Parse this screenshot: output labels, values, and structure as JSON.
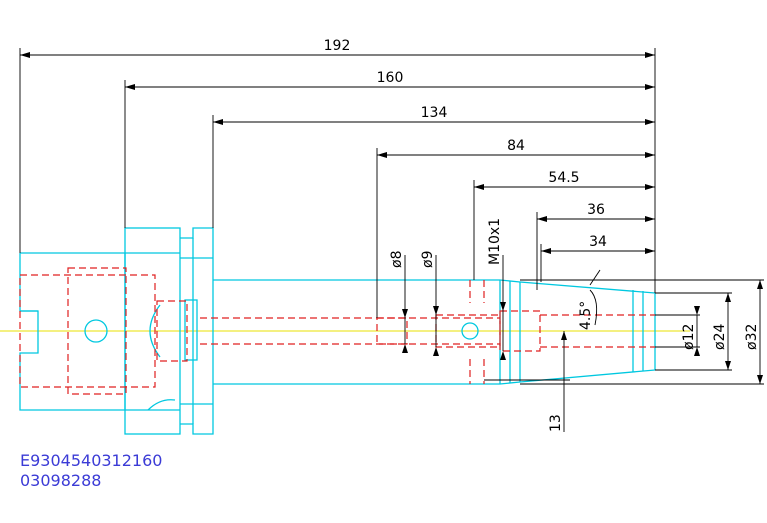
{
  "dimensions": {
    "overall_length": "192",
    "flange_length": "160",
    "shank_length": "134",
    "bore_depth": "84",
    "collet_length": "54.5",
    "nose_length_a": "36",
    "nose_length_b": "34",
    "thread": "M10x1",
    "bore_d8": "ø8",
    "bore_d9": "ø9",
    "taper_angle": "4.5°",
    "dia_12": "ø12",
    "dia_24": "ø24",
    "dia_32": "ø32",
    "offset_13": "13"
  },
  "part": {
    "article_number": "E9304540312160",
    "order_code": "03098288"
  },
  "colors": {
    "outline": "#00c8e0",
    "hidden": "#e02020",
    "dimension": "#000000",
    "centerline": "#e8e000",
    "label": "#3b3bd6"
  }
}
